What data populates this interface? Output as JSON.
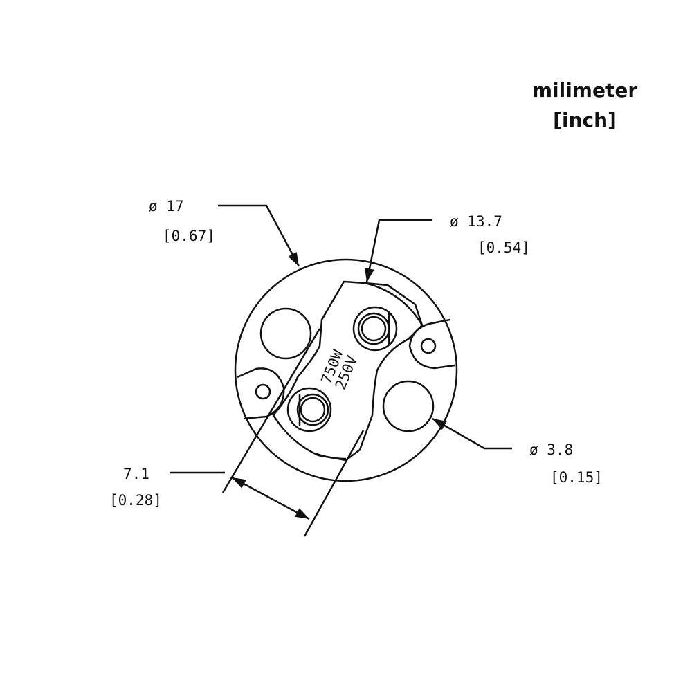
{
  "units": {
    "primary": "milimeter",
    "secondary": "[inch]"
  },
  "rating": {
    "power": "750W",
    "voltage": "250V"
  },
  "dimensions": [
    {
      "name": "outer-diameter",
      "mm": "ø 17",
      "inch": "[0.67]"
    },
    {
      "name": "inner-diameter",
      "mm": "ø 13.7",
      "inch": "[0.54]"
    },
    {
      "name": "hole-diameter",
      "mm": "ø 3.8",
      "inch": "[0.15]"
    },
    {
      "name": "plate-width",
      "mm": "7.1",
      "inch": "[0.28]"
    }
  ],
  "colors": {
    "line": "#111111",
    "background": "#ffffff"
  }
}
